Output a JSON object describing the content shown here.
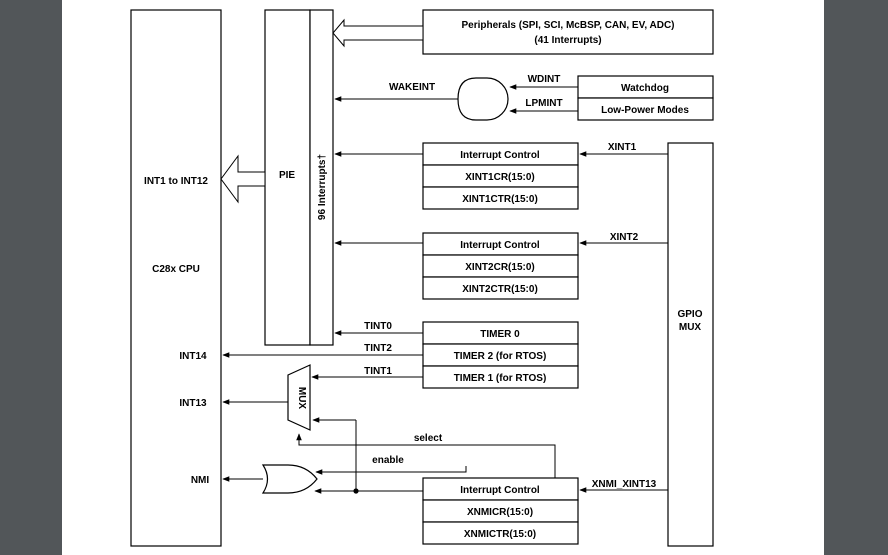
{
  "cpu": {
    "label": "C28x CPU",
    "int1_12": "INT1 to INT12",
    "int14": "INT14",
    "int13": "INT13",
    "nmi": "NMI"
  },
  "pie": {
    "label": "PIE",
    "interrupts": "96 Interrupts†"
  },
  "peripherals": {
    "line1": "Peripherals (SPI, SCI, McBSP, CAN, EV, ADC)",
    "line2": "(41 Interrupts)"
  },
  "watchdog": {
    "label": "Watchdog"
  },
  "lpm": {
    "label": "Low-Power Modes"
  },
  "signals": {
    "wakeint": "WAKEINT",
    "wdint": "WDINT",
    "lpmint": "LPMINT",
    "xint1": "XINT1",
    "xint2": "XINT2",
    "tint0": "TINT0",
    "tint2": "TINT2",
    "tint1": "TINT1",
    "select": "select",
    "enable": "enable",
    "xnmi_xint13": "XNMI_XINT13"
  },
  "xint1_block": {
    "title": "Interrupt Control",
    "reg1": "XINT1CR(15:0)",
    "reg2": "XINT1CTR(15:0)"
  },
  "xint2_block": {
    "title": "Interrupt Control",
    "reg1": "XINT2CR(15:0)",
    "reg2": "XINT2CTR(15:0)"
  },
  "timers": {
    "t0": "TIMER 0",
    "t2": "TIMER 2 (for RTOS)",
    "t1": "TIMER 1 (for RTOS)"
  },
  "mux": {
    "label": "MUX"
  },
  "gpio": {
    "line1": "GPIO",
    "line2": "MUX"
  },
  "xnmi_block": {
    "title": "Interrupt Control",
    "reg1": "XNMICR(15:0)",
    "reg2": "XNMICTR(15:0)"
  }
}
